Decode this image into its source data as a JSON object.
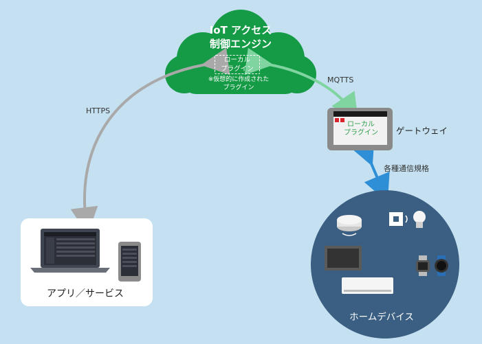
{
  "cloud": {
    "title_line1": "IoT アクセス",
    "title_line2": "制御エンジン",
    "plugin_line1": "ローカル",
    "plugin_line2": "プラグイン",
    "note_line1": "※仮想的に作成された",
    "note_line2": "プラグイン"
  },
  "gateway": {
    "label": "ゲートウェイ",
    "plugin_line1": "ローカル",
    "plugin_line2": "プラグイン"
  },
  "connections": {
    "https": "HTTPS",
    "mqtts": "MQTTS",
    "protocols": "各種通信規格"
  },
  "apps": {
    "label": "アプリ／サービス"
  },
  "home": {
    "label": "ホームデバイス"
  },
  "colors": {
    "background": "#c5e1f1",
    "cloud": "#159b46",
    "home_circle": "#3b5f82",
    "https_arrow": "#a9a9a9",
    "mqtts_arrow": "#7fd4a0",
    "protocol_arrow": "#2f8fd6"
  }
}
